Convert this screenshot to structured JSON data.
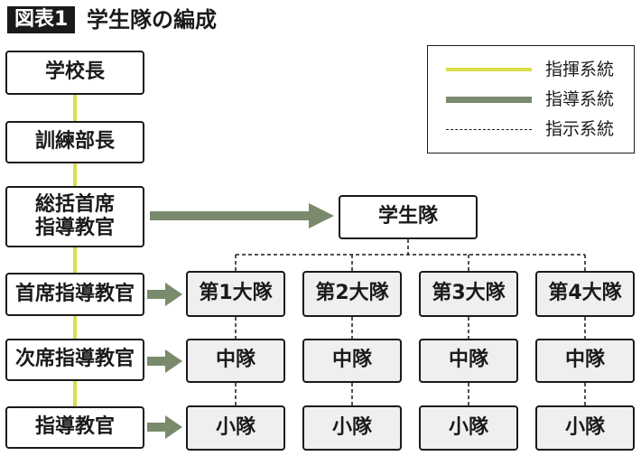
{
  "title": {
    "badge": "図表1",
    "text": "学生隊の編成"
  },
  "hierarchy": {
    "principal": "学校長",
    "training_head": "訓練部長",
    "chief_instructor_line1": "総括首席",
    "chief_instructor_line2": "指導教官",
    "senior_instructor": "首席指導教官",
    "deputy_instructor": "次席指導教官",
    "instructor": "指導教官"
  },
  "units": {
    "student_corps": "学生隊",
    "battalions": [
      "第1大隊",
      "第2大隊",
      "第3大隊",
      "第4大隊"
    ],
    "company": "中隊",
    "platoon": "小隊"
  },
  "legend": {
    "command": "指揮系統",
    "guidance": "指導系統",
    "instruction": "指示系統"
  },
  "colors": {
    "command": "#d9dd4b",
    "guidance": "#7a8a6c",
    "instruction": "#1a1a1a",
    "box_fill": "#efefef"
  }
}
